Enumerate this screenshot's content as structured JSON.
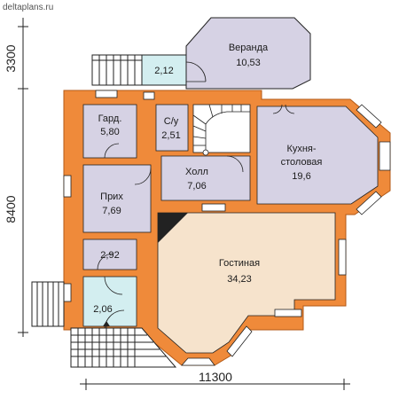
{
  "watermark": "deltaplans.ru",
  "colors": {
    "wall": "#ef8a3a",
    "wall_stroke": "#b35a17",
    "room_lilac": "#d6d2e4",
    "living_room": "#f6e3cc",
    "porch": "#d3eef0",
    "line": "#222222"
  },
  "dimensions": {
    "top_height": "3300",
    "main_height": "8400",
    "total_width": "11300"
  },
  "rooms": {
    "veranda": {
      "name": "Веранда",
      "area": "10,53"
    },
    "porch_top": {
      "area": "2,12"
    },
    "wardrobe": {
      "name": "Гард.",
      "area": "5,80"
    },
    "bathroom": {
      "name": "С/у",
      "area": "2,51"
    },
    "kitchen": {
      "name_line1": "Кухня-",
      "name_line2": "столовая",
      "area": "19,6"
    },
    "hall": {
      "name": "Холл",
      "area": "7,06"
    },
    "entry": {
      "name": "Прих",
      "area": "7,69"
    },
    "storage": {
      "area": "2,92"
    },
    "porch_bottom": {
      "area": "2,06"
    },
    "living": {
      "name": "Гостиная",
      "area": "34,23"
    }
  }
}
